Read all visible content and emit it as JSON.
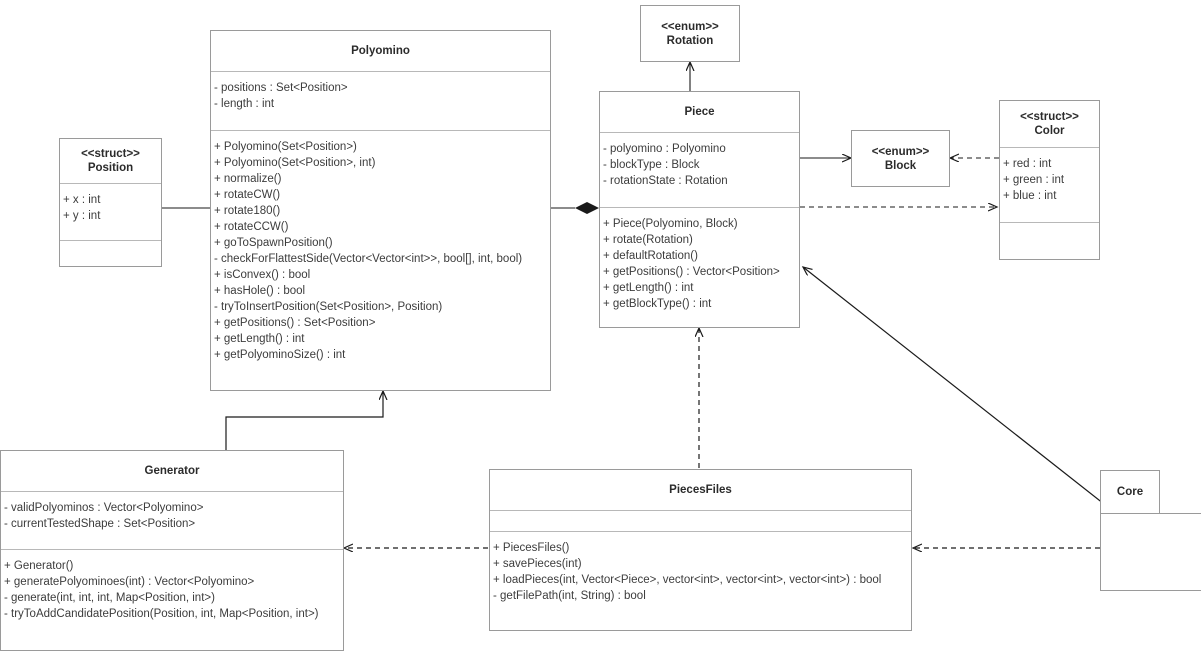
{
  "diagram": {
    "type": "uml-class-diagram",
    "background": "#ffffff",
    "border_color": "#9a9a9a",
    "text_color": "#3c3c3c"
  },
  "classes": {
    "position": {
      "stereotype": "<<struct>>",
      "name": "Position",
      "attributes": [
        "+ x : int",
        "+ y : int"
      ],
      "methods": []
    },
    "polyomino": {
      "stereotype": "",
      "name": "Polyomino",
      "attributes": [
        "- positions : Set<Position>",
        "- length : int"
      ],
      "methods": [
        "+ Polyomino(Set<Position>)",
        "+ Polyomino(Set<Position>, int)",
        "+ normalize()",
        "+ rotateCW()",
        "+ rotate180()",
        "+ rotateCCW()",
        "+ goToSpawnPosition()",
        "- checkForFlattestSide(Vector<Vector<int>>, bool[], int, bool)",
        "+ isConvex() : bool",
        "+ hasHole() : bool",
        "- tryToInsertPosition(Set<Position>, Position)",
        "+ getPositions() : Set<Position>",
        "+ getLength() : int",
        "+ getPolyominoSize() : int"
      ]
    },
    "rotation": {
      "stereotype": "<<enum>>",
      "name": "Rotation",
      "attributes": [],
      "methods": []
    },
    "piece": {
      "stereotype": "",
      "name": "Piece",
      "attributes": [
        "- polyomino : Polyomino",
        "- blockType : Block",
        "- rotationState : Rotation"
      ],
      "methods": [
        "+ Piece(Polyomino, Block)",
        "+ rotate(Rotation)",
        "+ defaultRotation()",
        "+ getPositions() : Vector<Position>",
        "+ getLength() : int",
        "+ getBlockType() : int"
      ]
    },
    "block": {
      "stereotype": "<<enum>>",
      "name": "Block",
      "attributes": [],
      "methods": []
    },
    "color": {
      "stereotype": "<<struct>>",
      "name": "Color",
      "attributes": [
        "+ red : int",
        "+ green : int",
        "+ blue : int"
      ],
      "methods": []
    },
    "generator": {
      "stereotype": "",
      "name": "Generator",
      "attributes": [
        "- validPolyominos : Vector<Polyomino>",
        "- currentTestedShape : Set<Position>"
      ],
      "methods": [
        "+ Generator()",
        "+ generatePolyominoes(int) : Vector<Polyomino>",
        "- generate(int, int, int, Map<Position, int>)",
        "- tryToAddCandidatePosition(Position, int, Map<Position, int>)"
      ]
    },
    "piecesfiles": {
      "stereotype": "",
      "name": "PiecesFiles",
      "attributes": [],
      "methods": [
        "+ PiecesFiles()",
        "+ savePieces(int)",
        "+ loadPieces(int, Vector<Piece>, vector<int>, vector<int>, vector<int>) : bool",
        "- getFilePath(int, String) : bool"
      ]
    },
    "core": {
      "stereotype": "",
      "name": "Core",
      "attributes": [],
      "methods": []
    }
  },
  "relationships": [
    {
      "name": "polyomino-composes-position",
      "from": "Polyomino",
      "to": "Position",
      "kind": "composition",
      "style": "solid",
      "marker": "filled-diamond"
    },
    {
      "name": "piece-composes-polyomino",
      "from": "Piece",
      "to": "Polyomino",
      "kind": "composition",
      "style": "solid",
      "marker": "filled-diamond"
    },
    {
      "name": "piece-uses-rotation",
      "from": "Piece",
      "to": "Rotation",
      "kind": "association",
      "style": "solid",
      "marker": "open-arrow"
    },
    {
      "name": "piece-uses-block",
      "from": "Piece",
      "to": "Block",
      "kind": "association",
      "style": "solid",
      "marker": "open-arrow"
    },
    {
      "name": "color-depends-block",
      "from": "Color",
      "to": "Block",
      "kind": "dependency",
      "style": "dashed",
      "marker": "open-arrow"
    },
    {
      "name": "piece-depends-color",
      "from": "Piece",
      "to": "Color",
      "kind": "dependency",
      "style": "dashed",
      "marker": "open-arrow"
    },
    {
      "name": "generator-uses-polyomino",
      "from": "Generator",
      "to": "Polyomino",
      "kind": "association",
      "style": "solid",
      "marker": "open-arrow"
    },
    {
      "name": "piecesfiles-depends-piece",
      "from": "PiecesFiles",
      "to": "Piece",
      "kind": "dependency",
      "style": "dashed",
      "marker": "open-arrow"
    },
    {
      "name": "piecesfiles-depends-generator",
      "from": "PiecesFiles",
      "to": "Generator",
      "kind": "dependency",
      "style": "dashed",
      "marker": "open-arrow"
    },
    {
      "name": "core-depends-piecesfiles",
      "from": "Core",
      "to": "PiecesFiles",
      "kind": "dependency",
      "style": "dashed",
      "marker": "open-arrow"
    },
    {
      "name": "core-uses-piece",
      "from": "Core",
      "to": "Piece",
      "kind": "association",
      "style": "solid",
      "marker": "open-arrow"
    }
  ]
}
